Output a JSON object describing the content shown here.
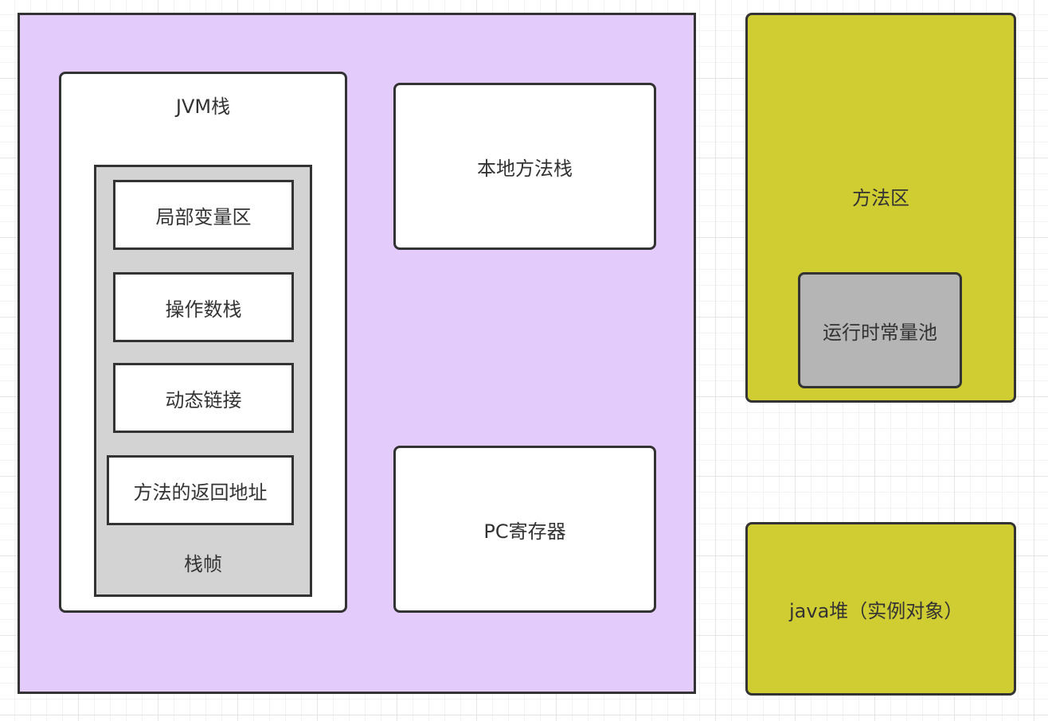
{
  "diagram": {
    "jvm_stack": {
      "title": "JVM栈",
      "frame": {
        "label": "栈帧",
        "items": [
          "局部变量区",
          "操作数栈",
          "动态链接",
          "方法的返回地址"
        ]
      }
    },
    "native_method_stack": "本地方法栈",
    "pc_register": "PC寄存器",
    "method_area": {
      "title": "方法区",
      "runtime_constant_pool": "运行时常量池"
    },
    "java_heap": "java堆（实例对象）"
  },
  "colors": {
    "thread_private_area": "#e3ccfc",
    "shared_area": "#d0cd33",
    "stack_frame": "#d3d3d3",
    "constant_pool": "#b5b5b5",
    "box": "#ffffff",
    "stroke": "#333333",
    "text": "#333333"
  }
}
